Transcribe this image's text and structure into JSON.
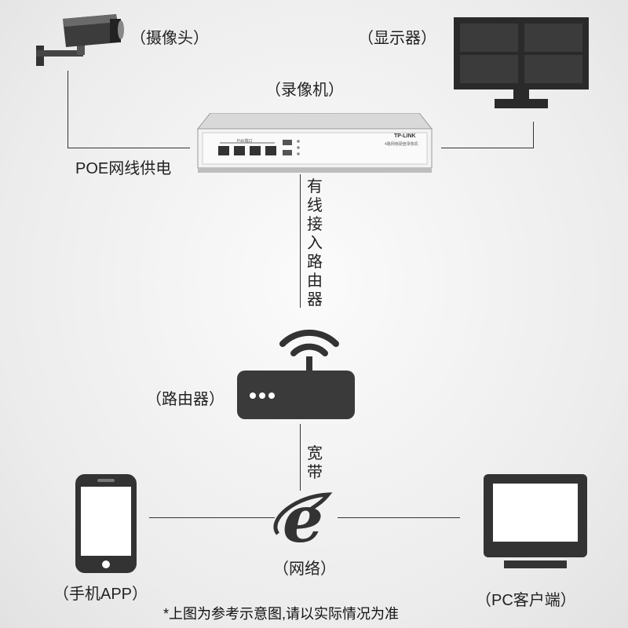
{
  "labels": {
    "camera": "（摄像头）",
    "monitor": "（显示器）",
    "nvr": "（录像机）",
    "poe": "POE网线供电",
    "wired": "有线接入路由器",
    "router": "（路由器）",
    "broadband": "宽带",
    "network": "（网络）",
    "phone": "（手机APP）",
    "pc": "（PC客户端）"
  },
  "device": {
    "brand": "TP-LINK",
    "model": "4路网络硬盘录像机",
    "port_group": "PoE端口"
  },
  "note": "*上图为参考示意图,请以实际情况为准",
  "icons": [
    "camera-icon",
    "monitor-icon",
    "nvr-icon",
    "router-icon",
    "wifi-icon",
    "ie-icon",
    "phone-icon",
    "pc-icon"
  ]
}
